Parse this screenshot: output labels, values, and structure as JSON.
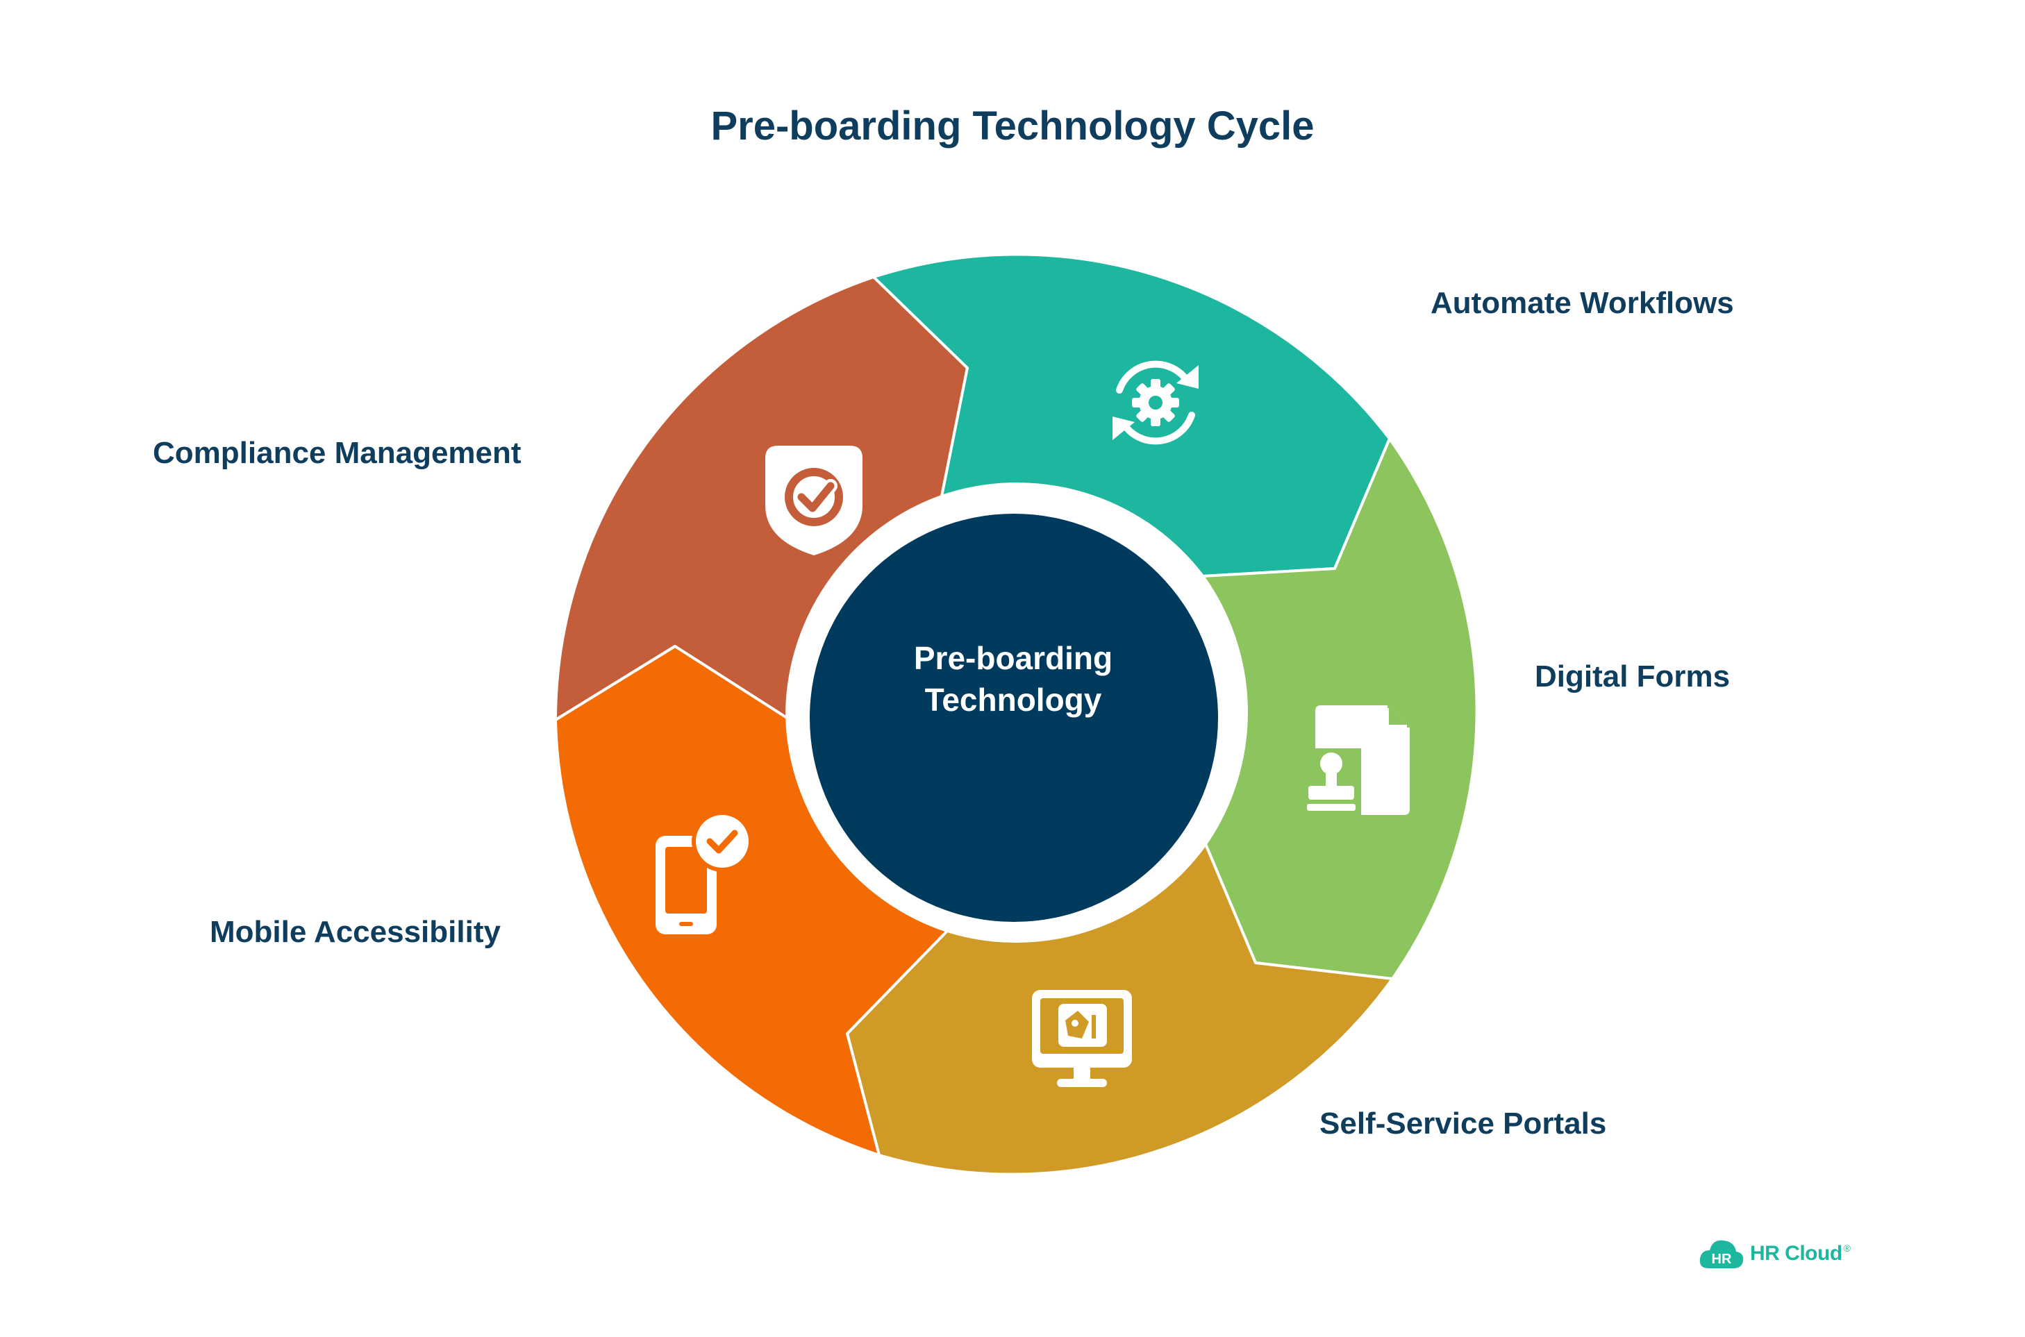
{
  "title": "Pre-boarding Technology Cycle",
  "center": {
    "line1": "Pre-boarding",
    "line2": "Technology",
    "color": "#003a5c"
  },
  "segments": [
    {
      "key": "automate",
      "label": "Automate Workflows",
      "color": "#1db7a0",
      "icon": "sync-gear-icon"
    },
    {
      "key": "digital",
      "label": "Digital Forms",
      "color": "#8cc45e",
      "icon": "document-stamp-icon"
    },
    {
      "key": "selfservice",
      "label": "Self-Service Portals",
      "color": "#d09a26",
      "icon": "monitor-portal-icon"
    },
    {
      "key": "mobile",
      "label": "Mobile Accessibility",
      "color": "#f46b03",
      "icon": "mobile-check-icon"
    },
    {
      "key": "compliance",
      "label": "Compliance Management",
      "color": "#c45e3a",
      "icon": "shield-check-icon"
    }
  ],
  "brand": {
    "badge": "HR",
    "name": "HR Cloud",
    "mark": "®",
    "color": "#1db7a0"
  },
  "text_color": "#0f3d5e"
}
